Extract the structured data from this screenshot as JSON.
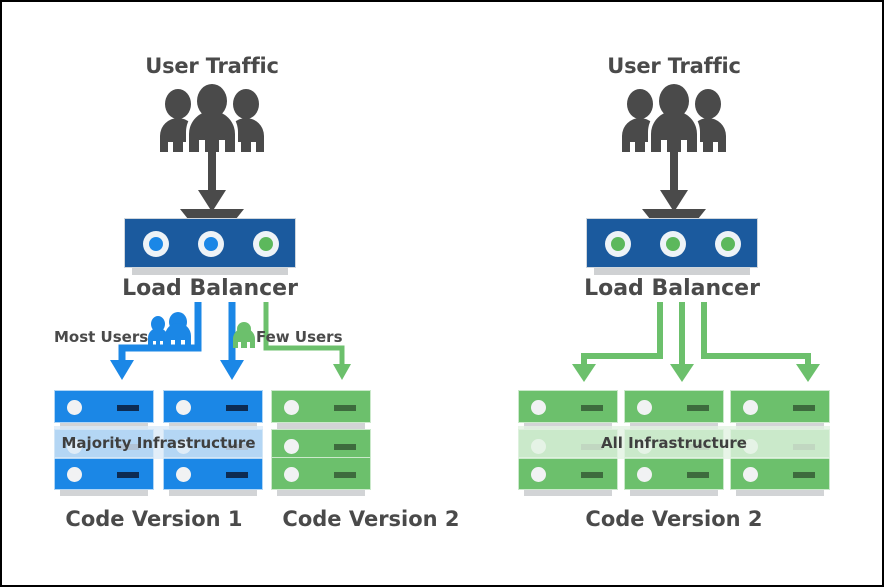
{
  "diagram": {
    "title_left": "User Traffic",
    "title_right": "User Traffic",
    "colors": {
      "blue_server": "#1b87e6",
      "green_server": "#6cc06c",
      "load_balancer": "#1b5a9e",
      "arrow_dark": "#4a4a4a",
      "arrow_blue": "#1b87e6",
      "arrow_green": "#6cc06c",
      "text": "#4a4a4a",
      "border": "#000000"
    },
    "left_panel": {
      "user_traffic_label": "User Traffic",
      "people_icon": "users-group-icon",
      "traffic_arrow_icon": "down-arrow-icon",
      "load_balancer_label": "Load Balancer",
      "load_balancer_leds": [
        "blue",
        "blue",
        "green"
      ],
      "routes": [
        {
          "label": "Most Users",
          "icon": "two-people-icon",
          "color": "blue"
        },
        {
          "label": "Few Users",
          "icon": "one-person-icon",
          "color": "green"
        }
      ],
      "infrastructure_band_label": "Majority Infrastructure",
      "racks": [
        {
          "color": "blue",
          "units": 3
        },
        {
          "color": "blue",
          "units": 3
        },
        {
          "color": "green",
          "units": 3
        }
      ],
      "version_labels": [
        "Code Version 1",
        "Code Version 2"
      ]
    },
    "right_panel": {
      "user_traffic_label": "User Traffic",
      "people_icon": "users-group-icon",
      "traffic_arrow_icon": "down-arrow-icon",
      "load_balancer_label": "Load Balancer",
      "load_balancer_leds": [
        "green",
        "green",
        "green"
      ],
      "infrastructure_band_label": "All Infrastructure",
      "racks": [
        {
          "color": "green",
          "units": 3
        },
        {
          "color": "green",
          "units": 3
        },
        {
          "color": "green",
          "units": 3
        }
      ],
      "version_labels": [
        "Code Version 2"
      ]
    }
  }
}
